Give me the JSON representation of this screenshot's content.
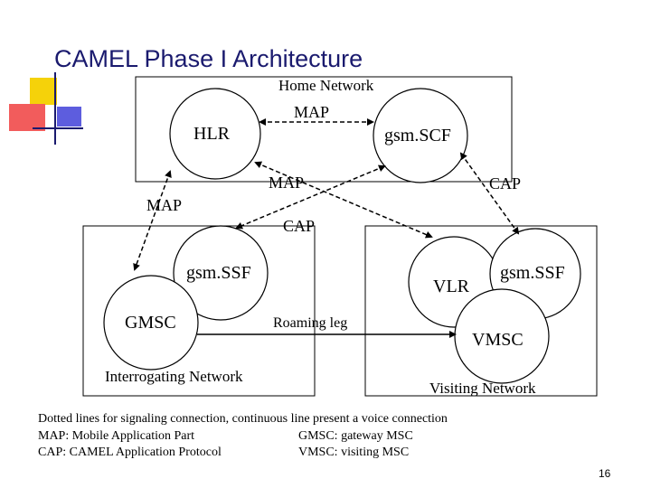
{
  "slide": {
    "title": "CAMEL Phase I Architecture",
    "page_number": "16"
  },
  "networks": {
    "home": "Home Network",
    "interrogating": "Interrogating Network",
    "visiting": "Visiting Network"
  },
  "nodes": {
    "hlr": "HLR",
    "gsmscf": "gsm.SCF",
    "gsmssf_left": "gsm.SSF",
    "gmsc": "GMSC",
    "vlr": "VLR",
    "gsmssf_right": "gsm.SSF",
    "vmsc": "VMSC"
  },
  "links": {
    "map_top": "MAP",
    "map_center": "MAP",
    "map_left": "MAP",
    "cap_center": "CAP",
    "cap_right": "CAP",
    "roaming_leg": "Roaming leg"
  },
  "legend": {
    "line1": "Dotted lines for signaling connection, continuous line present a voice connection",
    "map_abbr": "MAP: Mobile Application Part",
    "gmsc_abbr": "GMSC: gateway MSC",
    "cap_abbr": "CAP: CAMEL Application Protocol",
    "vmsc_abbr": "VMSC: visiting MSC"
  },
  "colors": {
    "title": "#1a1a6e",
    "deco_yellow": "#f5d20a",
    "deco_red": "#f25c5c",
    "deco_blue": "#5d5dde"
  }
}
